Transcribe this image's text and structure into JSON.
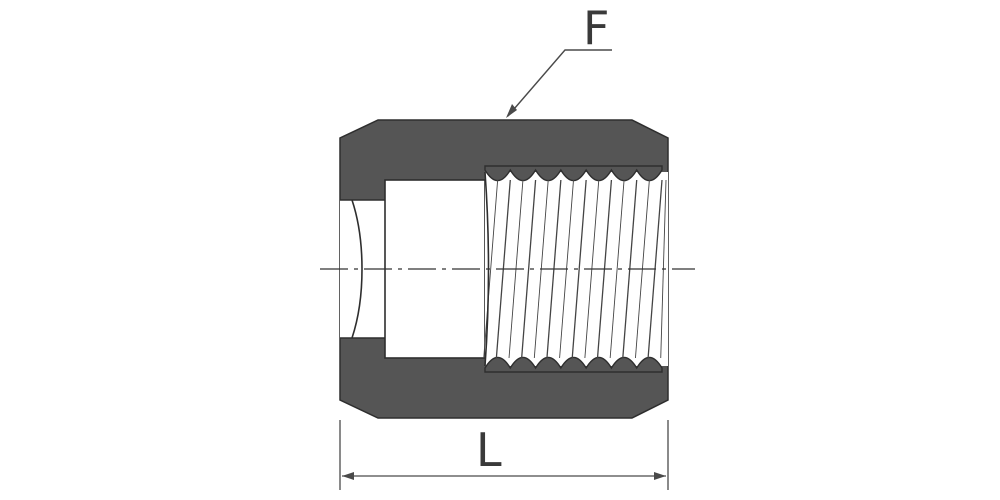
{
  "labels": {
    "thread_callout": "F",
    "length_dimension": "L"
  },
  "colors": {
    "body_fill": "#555555",
    "outline": "#2e2e2e",
    "bore_fill": "#ffffff",
    "thread_line": "#444444",
    "dimension_line": "#4a4a4a",
    "centerline": "#333333"
  },
  "thread": {
    "pitch_count": 7
  }
}
